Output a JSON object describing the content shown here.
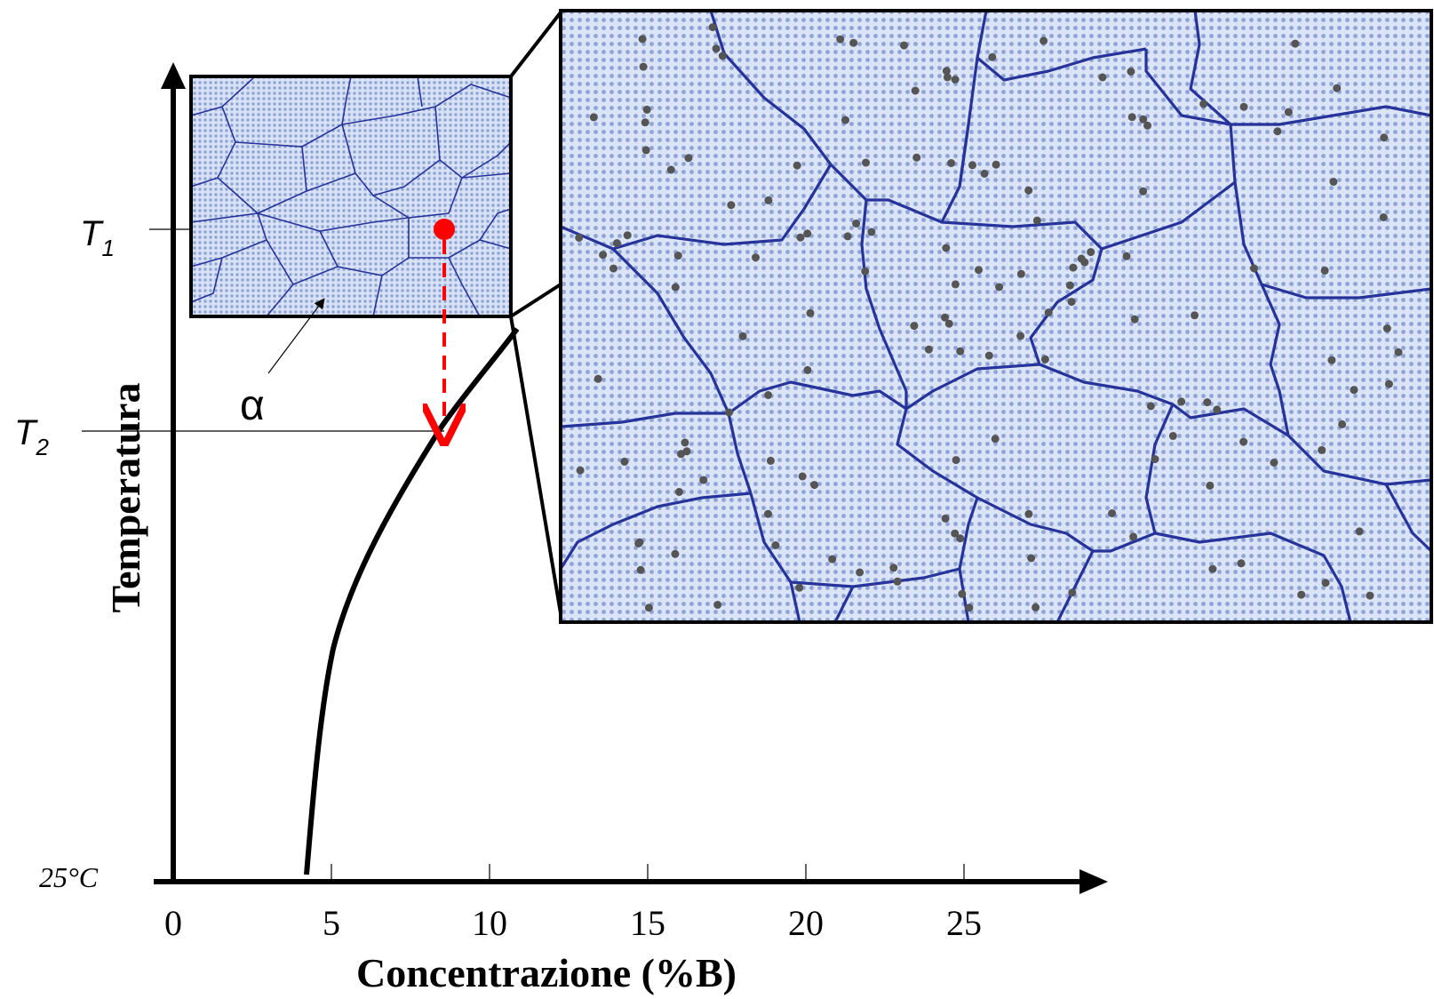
{
  "figure": {
    "y_axis_title": "Temperatura",
    "x_axis_title": "Concentrazione (%B)",
    "x_ticks": [
      "0",
      "5",
      "10",
      "15",
      "20",
      "25"
    ],
    "temp_labels": {
      "t1_main": "T",
      "t1_sub": "1",
      "t2_main": "T",
      "t2_sub": "2",
      "t_room": "25°C"
    },
    "phase_label": "α",
    "solvus_curve": {
      "description_role": "solubility limit line",
      "points_conc_pctB": [
        4.2,
        4.5,
        5.0,
        6.0,
        7.0,
        8.6,
        10.0,
        11.2
      ],
      "marker_conc_pctB": 8.6
    },
    "insets": {
      "small": "single-phase alpha microstructure at T1",
      "large": "alpha grains with dispersed B particles (magnified)"
    },
    "colors": {
      "axis": "#000000",
      "grain_fill": "#c9d4ef",
      "grain_boundary": "#26339a",
      "cooling_path": "#ff0000",
      "precipitate": "#555555"
    }
  }
}
